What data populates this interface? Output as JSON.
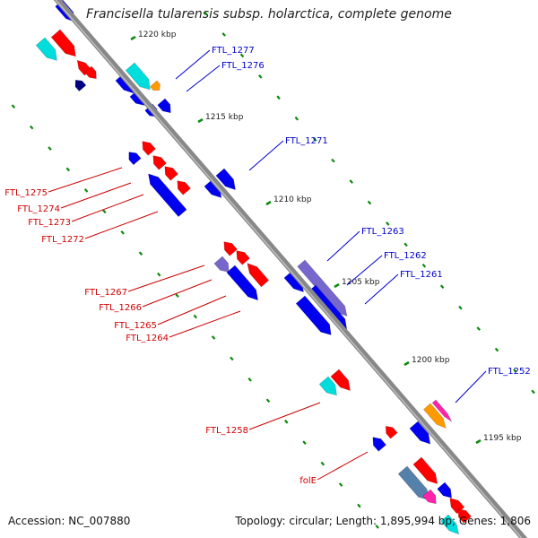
{
  "title": "Francisella tularensis subsp. holarctica, complete genome",
  "footer": {
    "accession": "Accession: NC_007880",
    "summary": "Topology: circular; Length: 1,895,994 bp; Genes: 1,806"
  },
  "colors": {
    "backbone": "#888888",
    "tick": "#0a8a0a",
    "forward_label": "#0000cc",
    "reverse_label": "#cc0000",
    "gene_red": "#ff0000",
    "gene_blue": "#0000ee",
    "gene_cyan": "#00dddd",
    "gene_navy": "#000080",
    "gene_orange": "#ff9900",
    "gene_purple": "#7766cc",
    "gene_steel": "#5580aa",
    "gene_pink": "#ff22aa"
  },
  "ruler": [
    {
      "label": "1220 kbp"
    },
    {
      "label": "1215 kbp"
    },
    {
      "label": "1210 kbp"
    },
    {
      "label": "1205 kbp"
    },
    {
      "label": "1200 kbp"
    },
    {
      "label": "1195 kbp"
    }
  ],
  "forward_labels": [
    {
      "label": "FTL_1277"
    },
    {
      "label": "FTL_1276"
    },
    {
      "label": "FTL_1271"
    },
    {
      "label": "FTL_1263"
    },
    {
      "label": "FTL_1262"
    },
    {
      "label": "FTL_1261"
    },
    {
      "label": "FTL_1252"
    }
  ],
  "reverse_labels": [
    {
      "label": "FTL_1275"
    },
    {
      "label": "FTL_1274"
    },
    {
      "label": "FTL_1273"
    },
    {
      "label": "FTL_1272"
    },
    {
      "label": "FTL_1267"
    },
    {
      "label": "FTL_1266"
    },
    {
      "label": "FTL_1265"
    },
    {
      "label": "FTL_1264"
    },
    {
      "label": "FTL_1258"
    },
    {
      "label": "folE"
    }
  ]
}
